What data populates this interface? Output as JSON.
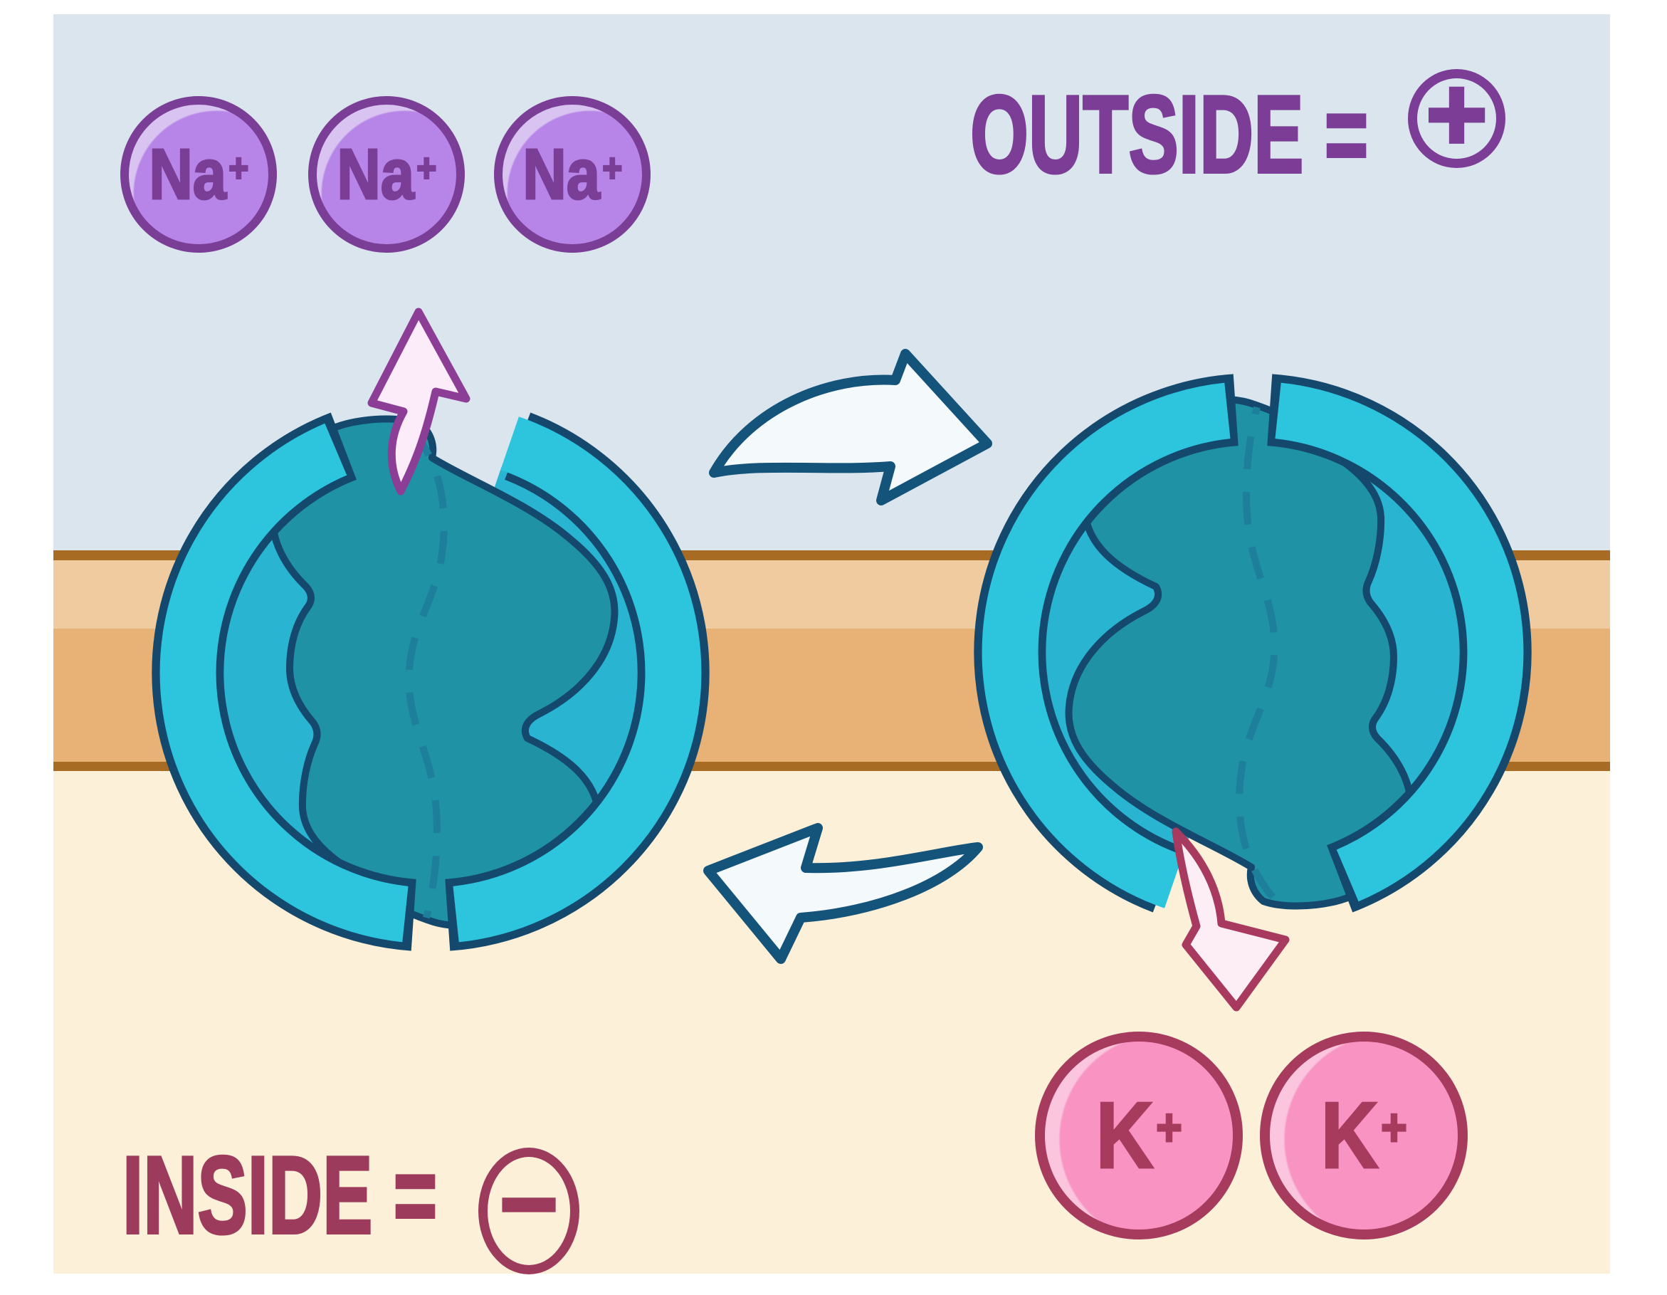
{
  "diagram": {
    "outside": {
      "label": "OUTSIDE =",
      "polarity": "+"
    },
    "inside": {
      "label": "INSIDE =",
      "polarity": "−"
    },
    "na_ions": [
      {
        "symbol": "Na",
        "charge": "+"
      },
      {
        "symbol": "Na",
        "charge": "+"
      },
      {
        "symbol": "Na",
        "charge": "+"
      }
    ],
    "k_ions": [
      {
        "symbol": "K",
        "charge": "+"
      },
      {
        "symbol": "K",
        "charge": "+"
      }
    ]
  },
  "colors": {
    "outside_background": "#dbe5ed",
    "inside_background": "#fcf0d8",
    "membrane_light_tan": "#efcb9f",
    "membrane_dark_tan": "#e8b277",
    "membrane_border_brown": "#a86b24",
    "pump_ring_cyan": "#2dc4de",
    "pump_interior_cyan": "#29b4d1",
    "pump_body_teal": "#1f92a6",
    "pump_outline_navy": "#14496d",
    "pump_channel_dash": "#1d7f9b",
    "cycle_arrow_fill": "#f4f9fc",
    "sodium_purple": "#7b3e97",
    "sodium_fill": "#b685e7",
    "sodium_highlight": "#d9c4f1",
    "sodium_arrow_fill": "#fcebf9",
    "potassium_maroon": "#a63b5e",
    "potassium_fill": "#f893c2",
    "potassium_highlight": "#fbc6dd",
    "potassium_arrow_fill": "#fdeef6",
    "inside_text_maroon": "#9d3b5d",
    "page_background": "#ffffff"
  }
}
